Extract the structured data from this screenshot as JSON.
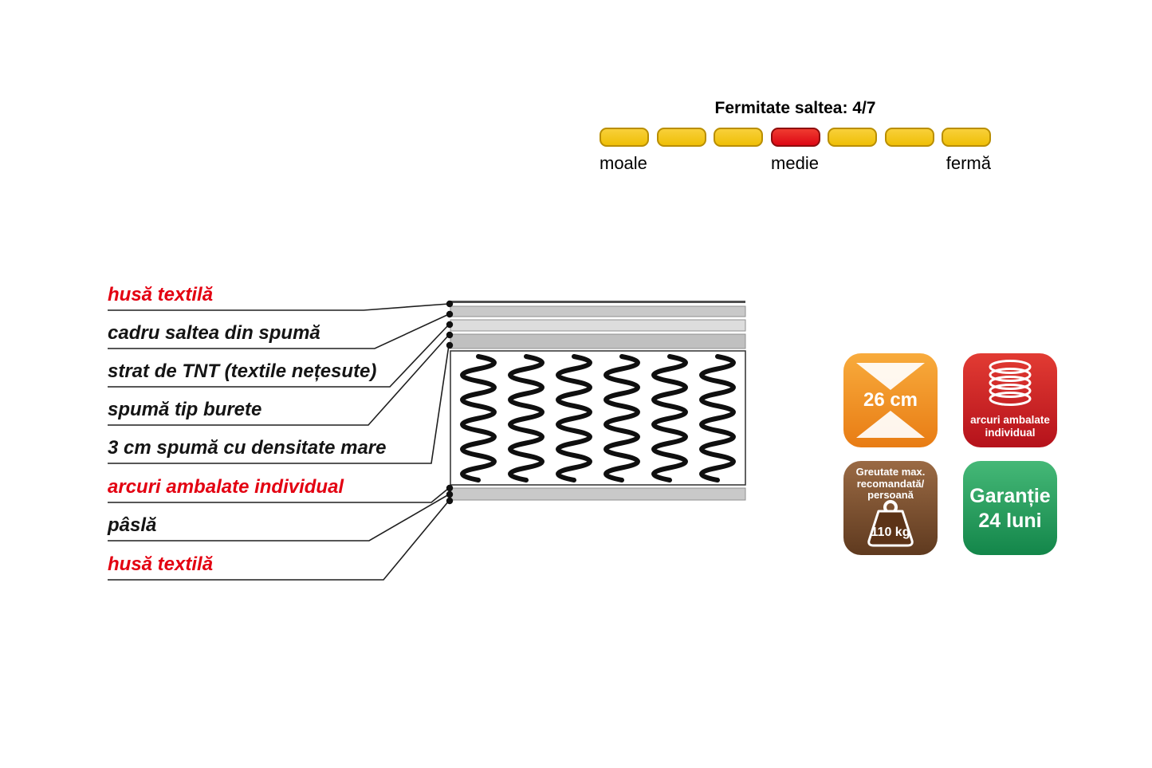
{
  "firmness": {
    "title": "Fermitate saltea: 4/7",
    "levels": 7,
    "active_level": 4,
    "pill_color": "#efbf06",
    "pill_border": "#b98e00",
    "active_color": "#dd0714",
    "active_border": "#8e0d0d",
    "label_soft": "moale",
    "label_medium": "medie",
    "label_firm": "fermă"
  },
  "mattress_layers": {
    "labels": [
      {
        "text": "husă textilă",
        "emphasis": "red"
      },
      {
        "text": "cadru saltea din spumă",
        "emphasis": "black"
      },
      {
        "text": "strat de TNT (textile nețesute)",
        "emphasis": "black"
      },
      {
        "text": "spumă tip burete",
        "emphasis": "black"
      },
      {
        "text": "3 cm spumă cu densitate mare",
        "emphasis": "black"
      },
      {
        "text": "arcuri ambalate individual",
        "emphasis": "red"
      },
      {
        "text": "pâslă",
        "emphasis": "black"
      },
      {
        "text": "husă textilă",
        "emphasis": "red"
      }
    ]
  },
  "badges": {
    "height": {
      "value": "26 cm",
      "color": "#e87c14"
    },
    "springs": {
      "caption_line1": "arcuri ambalate",
      "caption_line2": "individual",
      "color": "#b5121b"
    },
    "weight": {
      "caption_line1": "Greutate max.",
      "caption_line2": "recomandată/",
      "caption_line3": "persoană",
      "value": "110 kg",
      "color": "#5f3a1f"
    },
    "warranty": {
      "line1": "Garanție",
      "line2": "24 luni",
      "color": "#13864a"
    }
  }
}
